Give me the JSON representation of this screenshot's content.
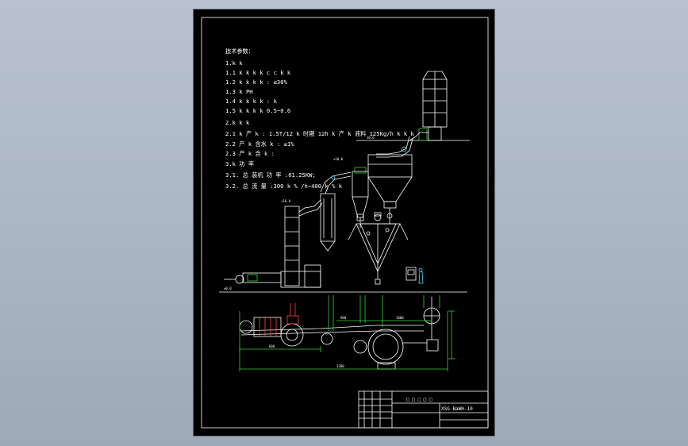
{
  "notes": {
    "title": "技术参数：",
    "lines": [
      "1.k k",
      "1.1 k k k k c c k k",
      "1.2 k k k k : ≤30%",
      "1.3 k PH",
      "1.4 k k k k : k",
      "1.5 k k k k 0.5~0.6",
      "2.k k k",
      "2.1 k 产 k : 1.5T/12 k 时期 12h k 产 k 液料 125Kg/h k k k",
      "2.2 产 k 含水 k : ≤1%",
      "2.3 产 k 含 k :",
      "3.k 功 率",
      "3.1. 总 装机 功 率 :61.25KW;",
      "3.2. 总 流 量 :300 k % /h~400 k % k"
    ]
  },
  "title_block": {
    "header_marks": "□ □ □ □ □",
    "drawing_no": "XSG-BaWH-10"
  },
  "dims": {
    "d1": "10.6",
    "d2": "+10.0",
    "d3": "+16.0",
    "d4": "±0.0",
    "d5": "600",
    "d6": "900",
    "d7": "3200",
    "d8": "1800"
  }
}
